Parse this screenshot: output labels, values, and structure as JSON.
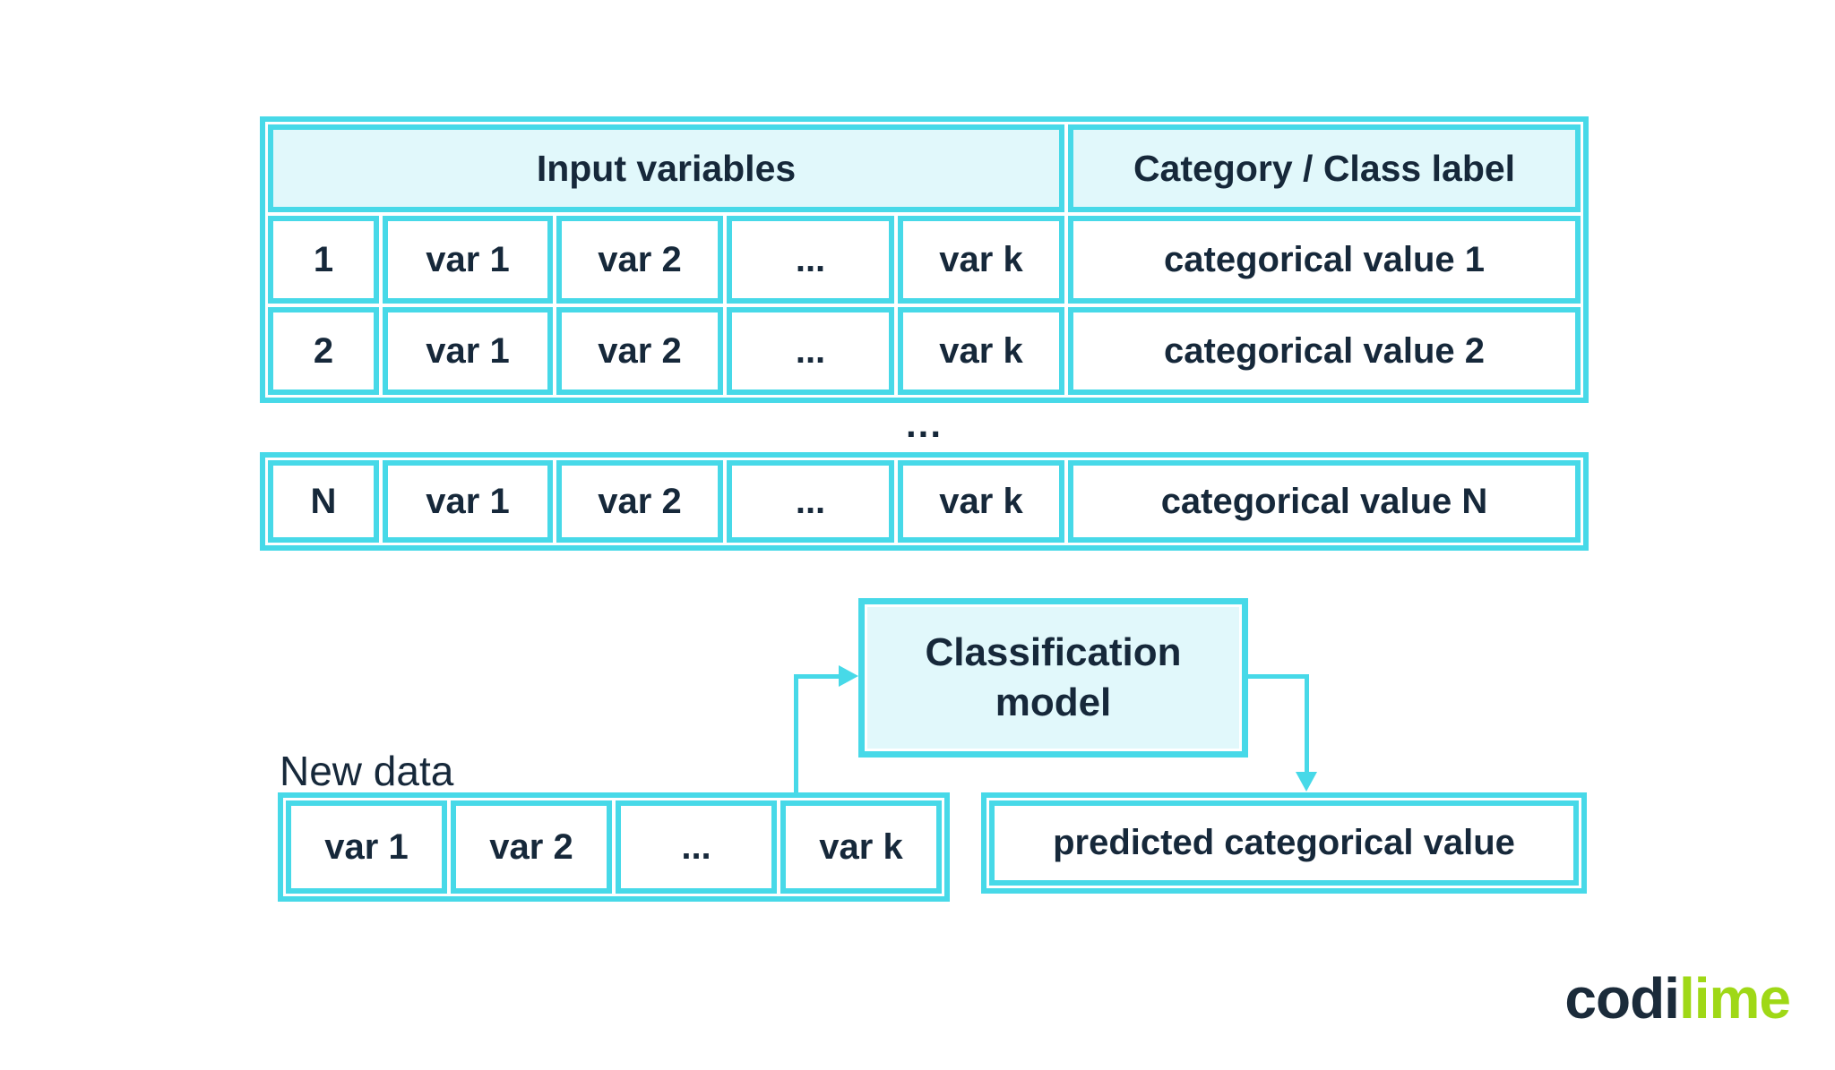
{
  "table": {
    "header": [
      "Input variables",
      "Category / Class label"
    ],
    "rows": [
      [
        "1",
        "var 1",
        "var 2",
        "...",
        "var k",
        "categorical value 1"
      ],
      [
        "2",
        "var 1",
        "var 2",
        "...",
        "var k",
        "categorical value 2"
      ]
    ],
    "ellipsis": "...",
    "row_n": [
      "N",
      "var 1",
      "var 2",
      "...",
      "var k",
      "categorical value N"
    ]
  },
  "model": {
    "lines": [
      "Classification",
      "model"
    ]
  },
  "new_data": {
    "title": "New data",
    "cells": [
      "var 1",
      "var 2",
      "...",
      "var k"
    ]
  },
  "prediction": {
    "label": "predicted categorical value"
  },
  "logo": {
    "dark": "codi",
    "green": "lime"
  },
  "colors": {
    "border_cyan": "#47D9E8",
    "fill_light_cyan": "#E1F8FB",
    "text_navy": "#16283A",
    "logo_green": "#9FD816"
  }
}
